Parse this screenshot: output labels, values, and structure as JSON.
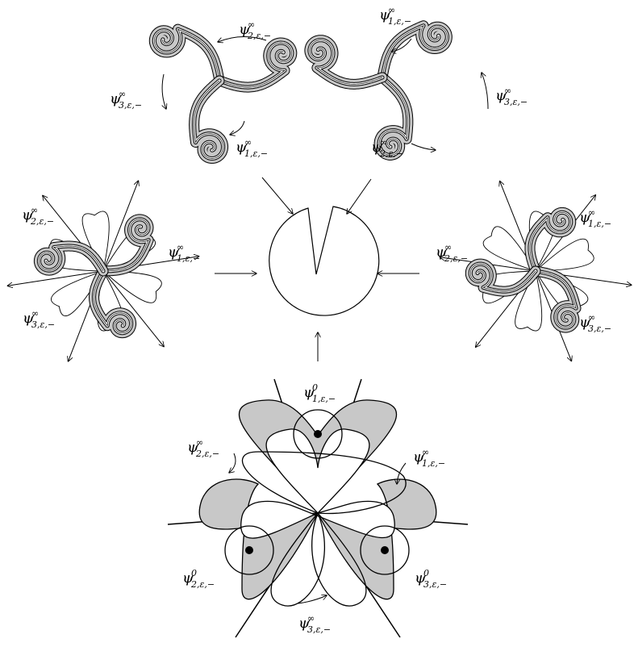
{
  "labels": {
    "psi_symbol": "ψ",
    "inf": "∞",
    "zero": "0",
    "s1": "1,ε,−",
    "s2": "2,ε,−",
    "s3": "3,ε,−"
  },
  "colors": {
    "fill": "#c8c8c8",
    "stroke": "#000000",
    "dot": "#000000"
  },
  "figure": {
    "panels": [
      "top-left-spiral",
      "top-right-spiral",
      "left-spiral-star",
      "right-spiral-star",
      "center-sector-disk",
      "bottom-trefoil"
    ]
  }
}
